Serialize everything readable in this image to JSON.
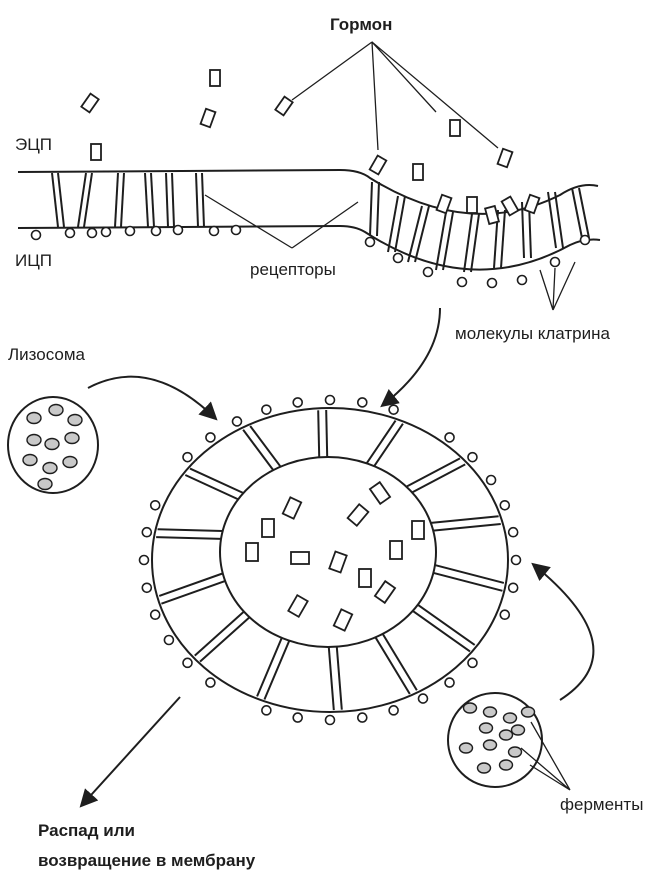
{
  "labels": {
    "hormone": "Гормон",
    "ecs": "ЭЦП",
    "ics": "ИЦП",
    "receptors": "рецепторы",
    "clathrin": "молекулы клатрина",
    "lysosome": "Лизосома",
    "enzymes": "ферменты",
    "fate_line1": "Распад или",
    "fate_line2": "возвращение в мембрану"
  },
  "colors": {
    "ink": "#1e1e1e",
    "granule_fill": "#c9c9c9",
    "background": "#ffffff"
  }
}
